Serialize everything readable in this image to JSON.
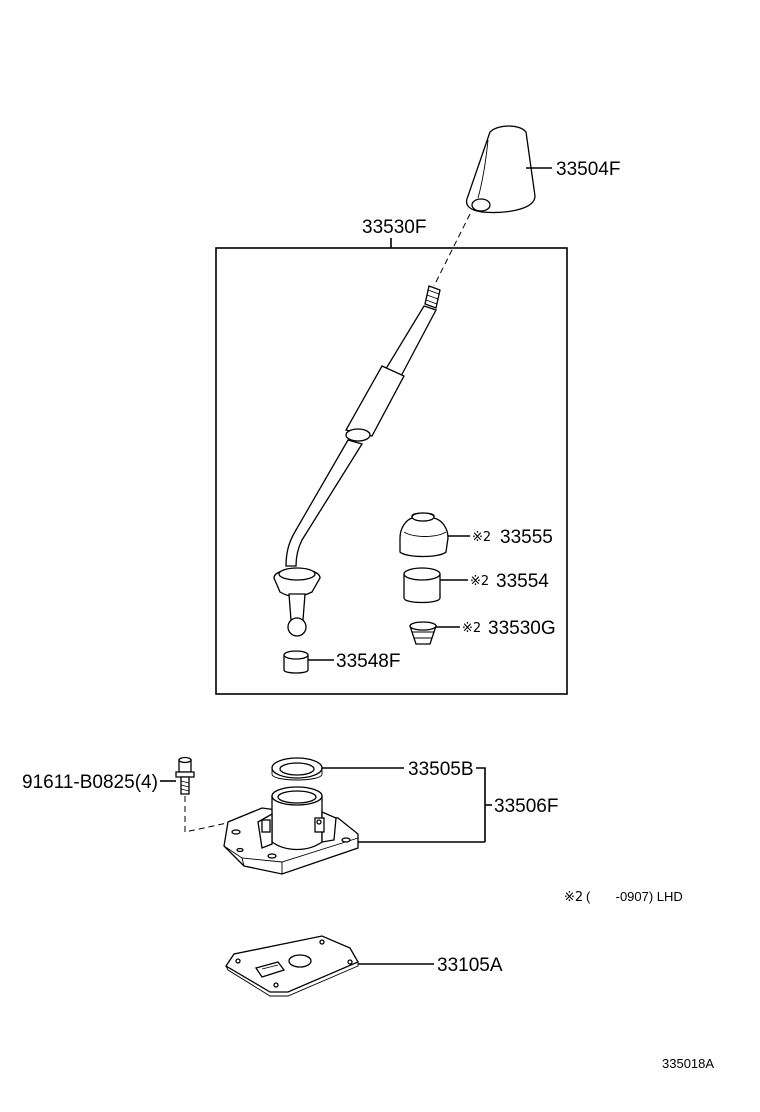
{
  "parts": {
    "knob": "33504F",
    "lever_assy": "33530F",
    "boot": "33555",
    "bushing": "33554",
    "spring": "33530G",
    "seat": "33548F",
    "retainer_seal": "33505B",
    "housing": "33506F",
    "bolt": "91611-B0825(4)",
    "plate": "33105A"
  },
  "marks": {
    "boot": "※2",
    "bushing": "※2",
    "spring": "※2"
  },
  "footnote": {
    "mark": "※2",
    "text": "(       -0907) LHD"
  },
  "diagram_id": "335018A"
}
